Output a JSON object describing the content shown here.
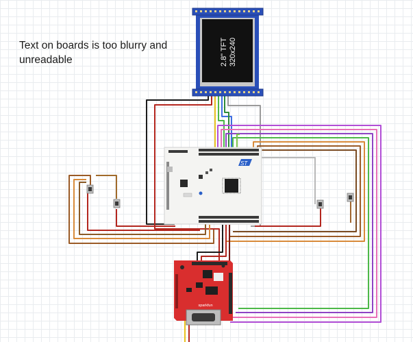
{
  "note": {
    "line1": "Text on boards is too blurry and",
    "line2": "unreadable"
  },
  "tft": {
    "size_label": "2.8\" TFT",
    "resolution_label": "320x240"
  },
  "red_board": {
    "brand": "sparkfun"
  },
  "colors": {
    "grid": "#e9ecef",
    "tft_pcb": "#2a4fb8",
    "nucleo_board": "#f4f4f2",
    "shield": "#d92e2e",
    "wire_black": "#1b1b1b",
    "wire_red": "#b3261e",
    "wire_purple": "#b24fd6",
    "wire_pink": "#e86fb8",
    "wire_green": "#4cb848",
    "wire_brown": "#9a5a26",
    "wire_orange": "#d88a3a",
    "wire_gray": "#9a9a9a",
    "wire_yellow": "#e9c21f",
    "wire_blue": "#3e6fe0"
  },
  "icons": [
    "push-button-icon",
    "st-logo-icon",
    "microcontroller-chip-icon",
    "db9-connector-icon"
  ]
}
